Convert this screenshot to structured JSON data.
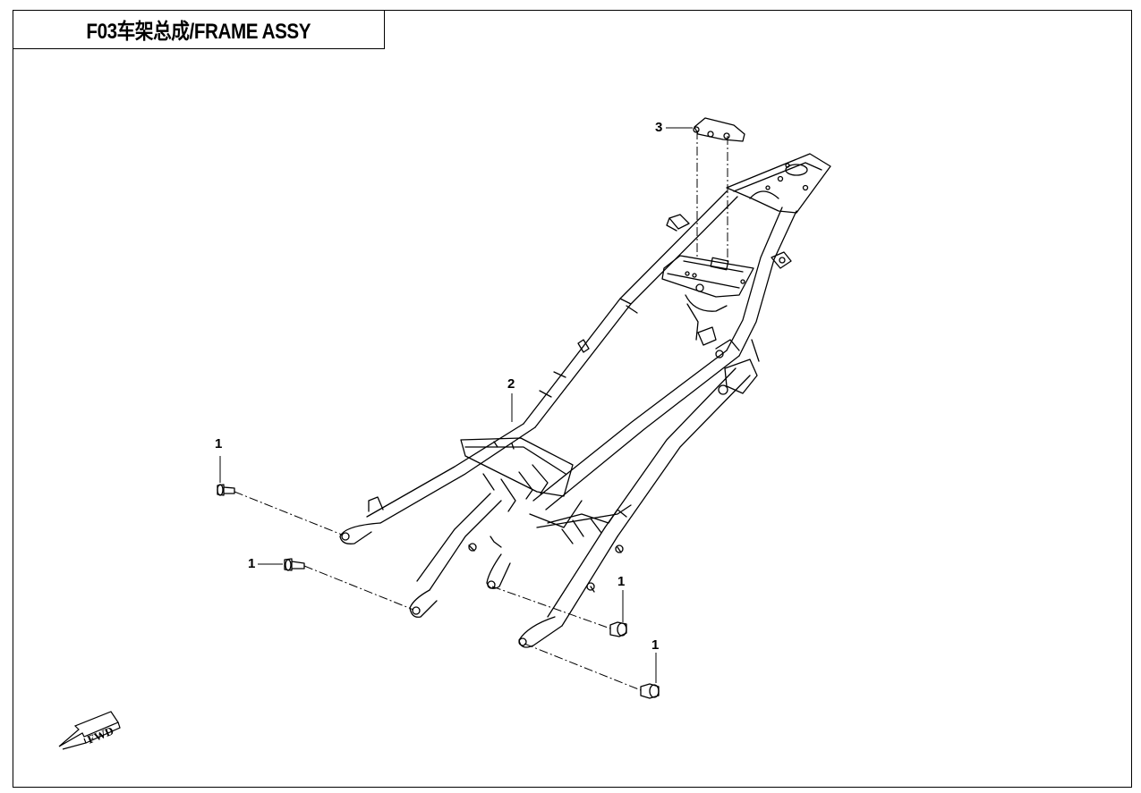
{
  "header": {
    "title": "F03车架总成/FRAME ASSY"
  },
  "callouts": {
    "bolt": "1",
    "frame": "2",
    "bracket": "3"
  },
  "fwd_arrow": {
    "label": "FWD"
  }
}
